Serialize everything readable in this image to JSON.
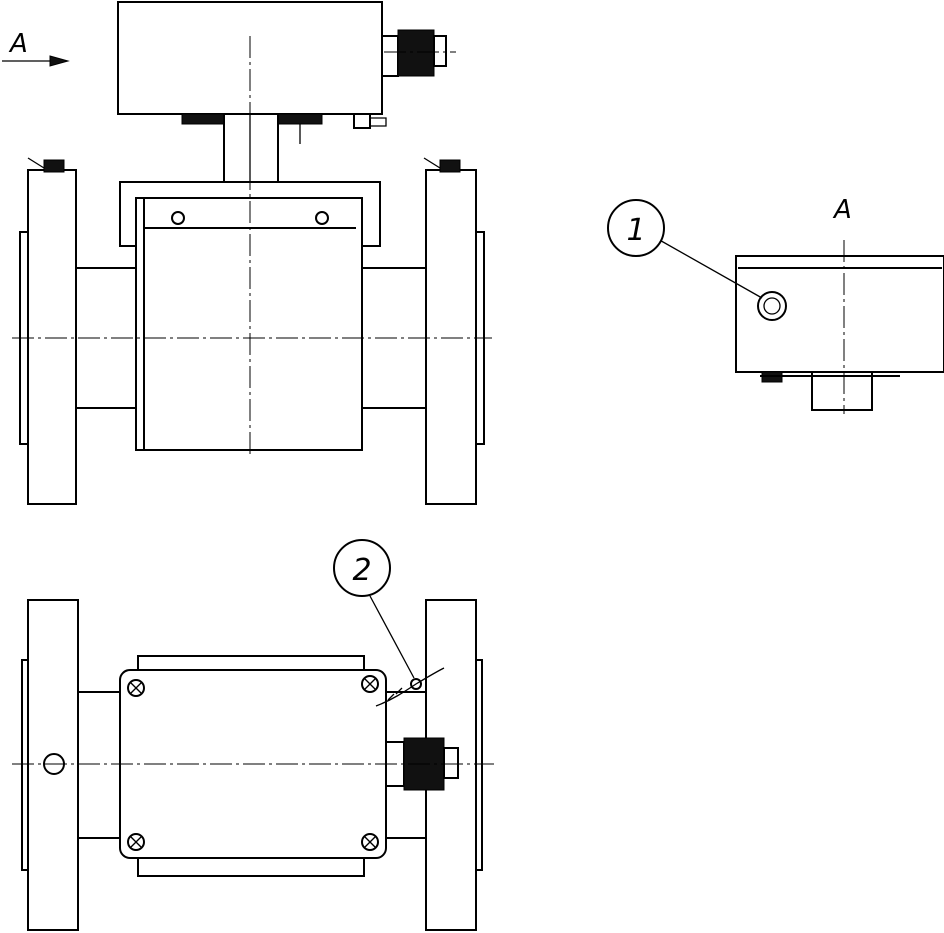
{
  "labels": {
    "view_arrow": "A",
    "view_title": "A"
  },
  "callouts": [
    {
      "number": "1"
    },
    {
      "number": "2"
    }
  ]
}
